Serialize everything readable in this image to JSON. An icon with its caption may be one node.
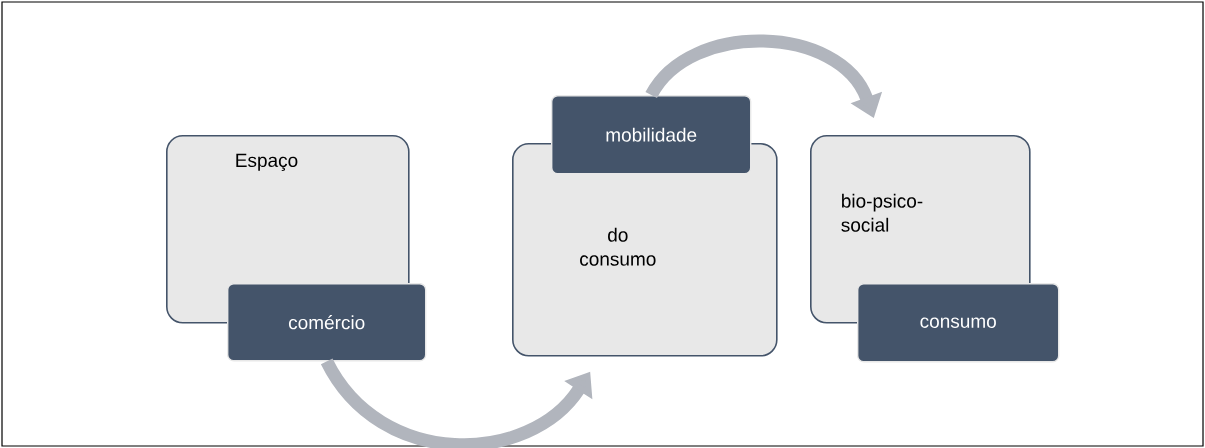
{
  "diagram": {
    "nodes": [
      {
        "text": [
          "Espaço"
        ]
      },
      {
        "text": [
          "comércio"
        ]
      },
      {
        "text": [
          "do consumo"
        ]
      },
      {
        "text": [
          "mobilidade"
        ]
      },
      {
        "text": [
          "bio-psico- social"
        ]
      },
      {
        "text": [
          "consumo"
        ]
      }
    ],
    "edges": [
      {
        "from": 1,
        "to": 2,
        "arrow": "to"
      },
      {
        "from": 3,
        "to": 4,
        "arrow": "to"
      }
    ]
  }
}
